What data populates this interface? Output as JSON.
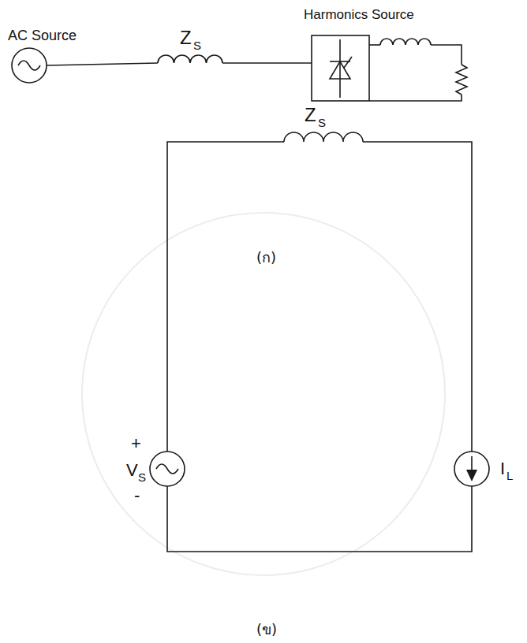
{
  "diagram": {
    "labels": [
      "AC Source",
      "Harmonics Source",
      "Z",
      "S",
      "(ก)",
      "Z",
      "S",
      "+",
      "V",
      "S",
      "-",
      "I",
      "L",
      "(ข)"
    ]
  }
}
